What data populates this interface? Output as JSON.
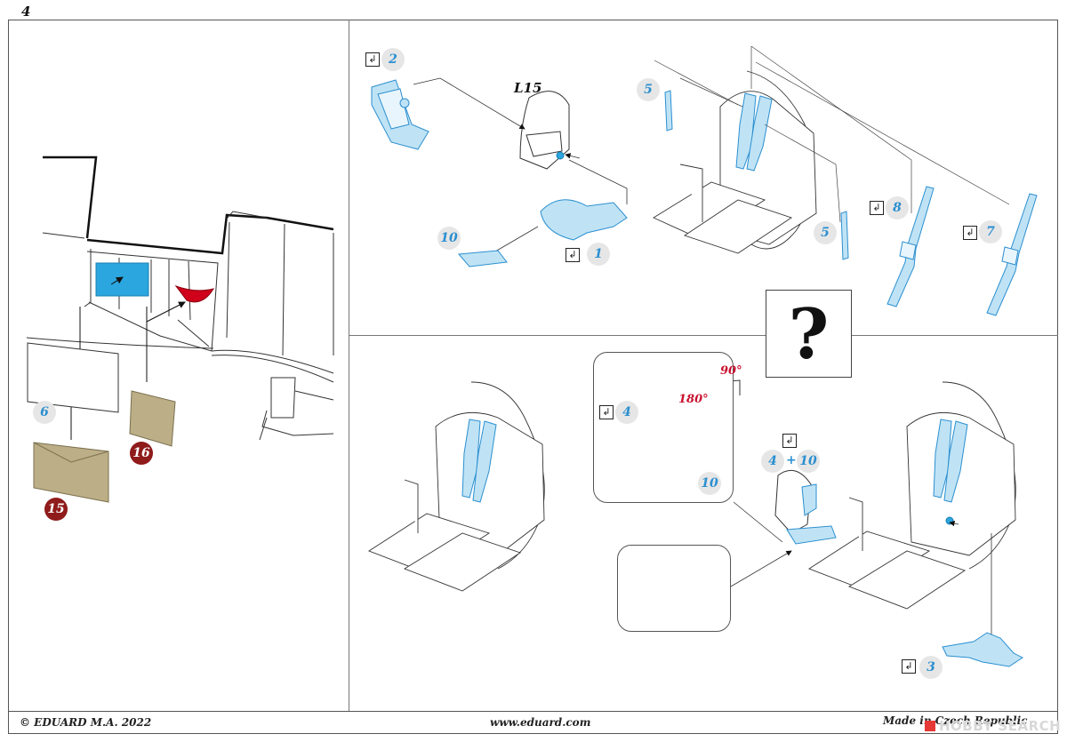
{
  "page_number": "4",
  "footer": {
    "copyright": "© EDUARD  M.A. 2022",
    "website": "www.eduard.com",
    "origin": "Made in Czech Republic"
  },
  "watermark": "HOBBY SEARCH",
  "part_label": "L15",
  "question_mark": "?",
  "angles": {
    "a90": "90°",
    "a180": "180°"
  },
  "plus": "+",
  "check_mark": "↲",
  "callouts": {
    "c1": "1",
    "c2": "2",
    "c3": "3",
    "c4": "4",
    "c4b": "4",
    "c5a": "5",
    "c5b": "5",
    "c6": "6",
    "c7": "7",
    "c8": "8",
    "c10a": "10",
    "c10b": "10",
    "c10c": "10",
    "c15": "15",
    "c16": "16"
  },
  "colors": {
    "pe_blue": "#2b8fd0",
    "pe_fill": "#bfe3f5",
    "solid_blue": "#2ba6df",
    "red_part": "#d0021b",
    "tan_part": "#bcae86",
    "badge_red": "#8f1b1b",
    "badge_grey": "#e6e6e6"
  }
}
